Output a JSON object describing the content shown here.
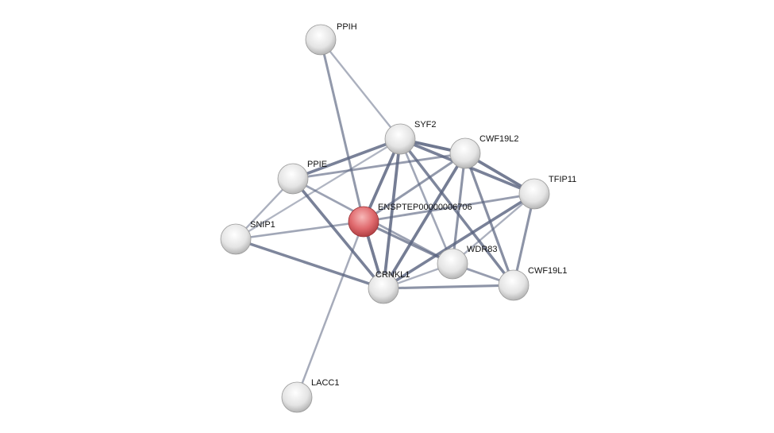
{
  "colors": {
    "edge": "#5a6480",
    "node": "#e6e6e6",
    "query_node": "#d9575b"
  },
  "nodes": [
    {
      "id": "PPIH",
      "label": "PPIH",
      "query": false
    },
    {
      "id": "SYF2",
      "label": "SYF2",
      "query": false
    },
    {
      "id": "CWF19L2",
      "label": "CWF19L2",
      "query": false
    },
    {
      "id": "PPIE",
      "label": "PPIE",
      "query": false
    },
    {
      "id": "TFIP11",
      "label": "TFIP11",
      "query": false
    },
    {
      "id": "ENSP",
      "label": "ENSPTEP00000006706",
      "query": true
    },
    {
      "id": "SNIP1",
      "label": "SNIP1",
      "query": false
    },
    {
      "id": "WDR83",
      "label": "WDR83",
      "query": false
    },
    {
      "id": "CRNKL1",
      "label": "CRNKL1",
      "query": false
    },
    {
      "id": "CWF19L1",
      "label": "CWF19L1",
      "query": false
    },
    {
      "id": "LACC1",
      "label": "LACC1",
      "query": false
    }
  ],
  "edges": [
    [
      "PPIH",
      "ENSP",
      0.6
    ],
    [
      "PPIH",
      "SYF2",
      0.35
    ],
    [
      "SYF2",
      "PPIE",
      0.85
    ],
    [
      "SYF2",
      "SNIP1",
      0.3
    ],
    [
      "SYF2",
      "ENSP",
      0.9
    ],
    [
      "SYF2",
      "CRNKL1",
      0.9
    ],
    [
      "SYF2",
      "CWF19L2",
      0.95
    ],
    [
      "SYF2",
      "TFIP11",
      0.85
    ],
    [
      "SYF2",
      "WDR83",
      0.45
    ],
    [
      "SYF2",
      "CWF19L1",
      0.8
    ],
    [
      "CWF19L2",
      "PPIE",
      0.55
    ],
    [
      "CWF19L2",
      "ENSP",
      0.6
    ],
    [
      "CWF19L2",
      "CRNKL1",
      0.9
    ],
    [
      "CWF19L2",
      "WDR83",
      0.65
    ],
    [
      "CWF19L2",
      "CWF19L1",
      0.7
    ],
    [
      "CWF19L2",
      "TFIP11",
      0.9
    ],
    [
      "PPIE",
      "SNIP1",
      0.35
    ],
    [
      "PPIE",
      "CRNKL1",
      0.85
    ],
    [
      "PPIE",
      "WDR83",
      0.5
    ],
    [
      "SNIP1",
      "ENSP",
      0.45
    ],
    [
      "SNIP1",
      "CRNKL1",
      0.8
    ],
    [
      "ENSP",
      "TFIP11",
      0.55
    ],
    [
      "ENSP",
      "CRNKL1",
      0.9
    ],
    [
      "ENSP",
      "WDR83",
      0.7
    ],
    [
      "ENSP",
      "LACC1",
      0.4
    ],
    [
      "TFIP11",
      "CRNKL1",
      0.85
    ],
    [
      "TFIP11",
      "CWF19L1",
      0.65
    ],
    [
      "TFIP11",
      "WDR83",
      0.35
    ],
    [
      "CRNKL1",
      "WDR83",
      0.35
    ],
    [
      "CRNKL1",
      "CWF19L1",
      0.65
    ],
    [
      "WDR83",
      "CWF19L1",
      0.55
    ]
  ]
}
